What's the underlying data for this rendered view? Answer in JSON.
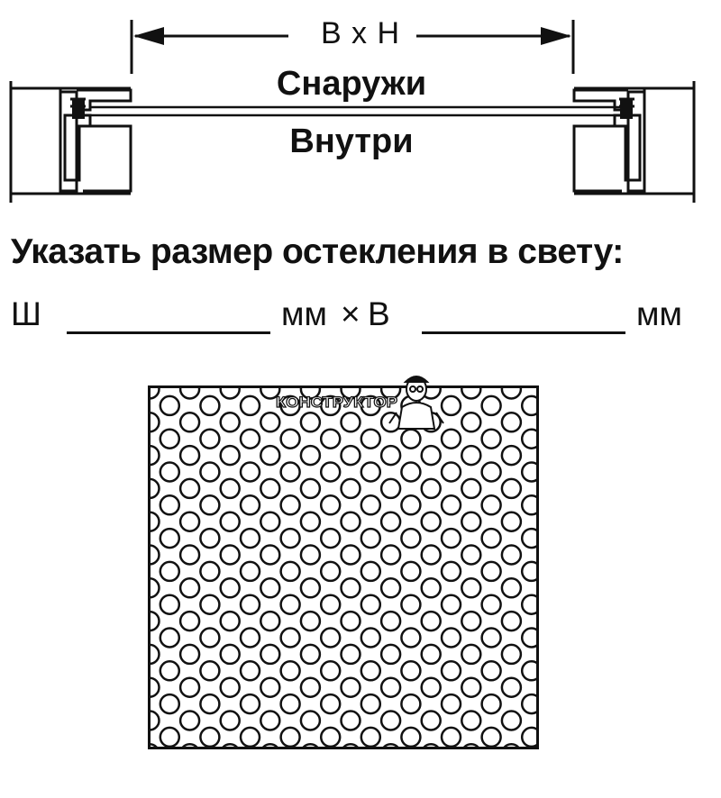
{
  "diagram": {
    "dimension_label": "B x H",
    "outside_label": "Снаружи",
    "inside_label": "Внутри"
  },
  "instruction": "Указать размер остекления в свету:",
  "size_fields": {
    "width_prefix": "Ш",
    "width_unit": "мм",
    "separator": "×",
    "height_prefix": "В",
    "height_unit": "мм"
  },
  "panel": {
    "pattern": "perforated-round-holes"
  },
  "watermark": {
    "text": "КОНСТРУКТОР"
  },
  "colors": {
    "ink": "#111111",
    "paper": "#ffffff"
  }
}
